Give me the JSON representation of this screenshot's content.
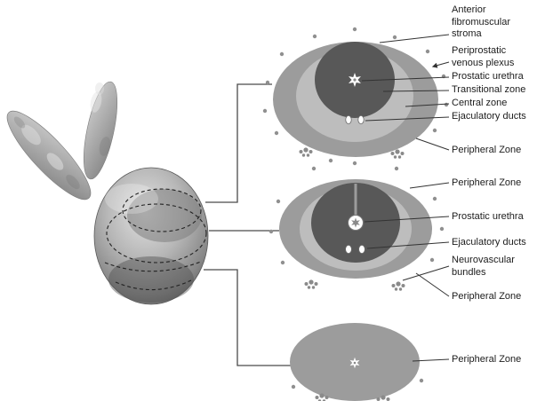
{
  "figure_type": "prostate-zonal-anatomy-diagram",
  "colors": {
    "background": "#ffffff",
    "peripheral_zone_gray": "#9c9c9c",
    "central_zone_gray": "#bdbdbd",
    "transitional_zone_gray": "#585858",
    "duct_white": "#ffffff",
    "dot_gray": "#909090",
    "leader_line": "#333333",
    "text": "#1c1c1c"
  },
  "labels": {
    "top_section": [
      {
        "text": "Anterior fibromuscular stroma"
      },
      {
        "text": "Periprostatic venous plexus"
      },
      {
        "text": "Prostatic urethra"
      },
      {
        "text": "Transitional zone"
      },
      {
        "text": "Central zone"
      },
      {
        "text": "Ejaculatory ducts"
      },
      {
        "text": "Peripheral Zone"
      }
    ],
    "middle_section": [
      {
        "text": "Peripheral Zone"
      },
      {
        "text": "Prostatic urethra"
      },
      {
        "text": "Ejaculatory ducts"
      },
      {
        "text": "Neurovascular bundles"
      },
      {
        "text": "Peripheral Zone"
      }
    ],
    "bottom_section": [
      {
        "text": "Peripheral Zone"
      }
    ]
  }
}
